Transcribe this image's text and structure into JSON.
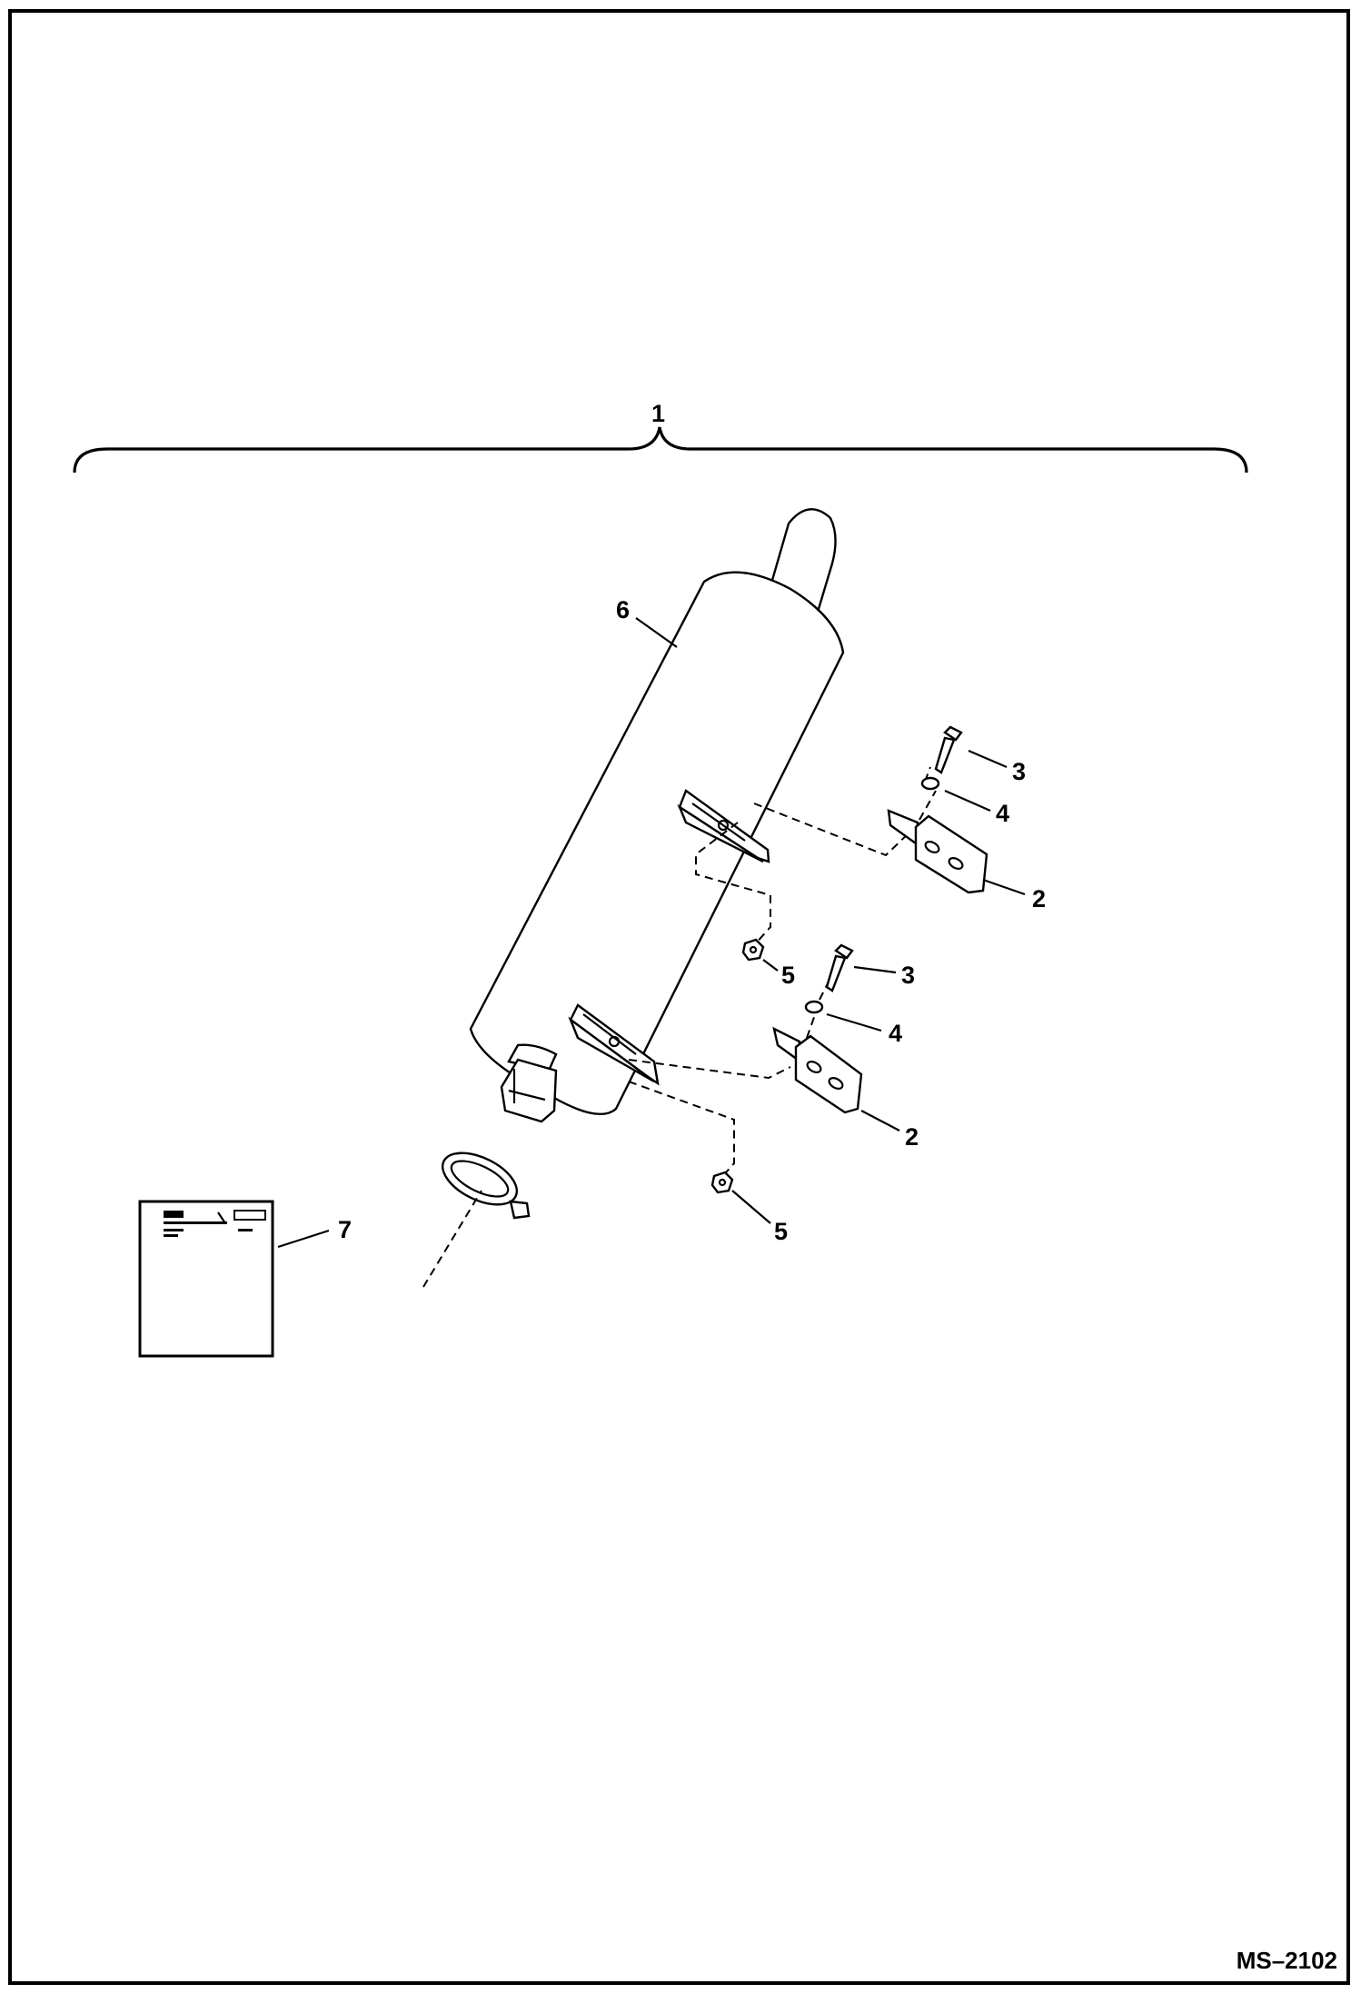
{
  "diagram": {
    "callouts": {
      "assembly": "1",
      "bracket_upper": "2",
      "bracket_lower": "2",
      "bolt_upper": "3",
      "bolt_lower": "3",
      "washer_upper": "4",
      "washer_lower": "4",
      "nut_upper": "5",
      "nut_lower": "5",
      "muffler": "6",
      "instruction_sheet": "7"
    },
    "drawing_code": "MS–2102"
  }
}
